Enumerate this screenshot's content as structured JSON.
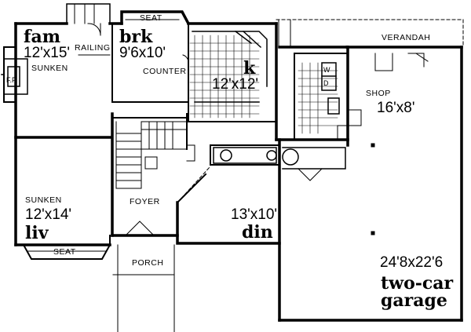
{
  "rooms": {
    "fam": {
      "name": "fam",
      "size": "12'x15'",
      "note": "SUNKEN"
    },
    "brk": {
      "name": "brk",
      "size": "9'6x10'"
    },
    "kitchen": {
      "name": "k",
      "size": "12'x12'"
    },
    "liv": {
      "name": "liv",
      "size": "12'x14'",
      "note": "SUNKEN"
    },
    "din": {
      "name": "din",
      "size": "13'x10'"
    },
    "shop": {
      "name": "SHOP",
      "size": "16'x8'"
    },
    "garage": {
      "size": "24'8x22'6",
      "name_line1": "two-car",
      "name_line2": "garage"
    }
  },
  "labels": {
    "seat_top": "SEAT",
    "seat_bottom": "SEAT",
    "railing": "RAILING",
    "counter": "COUNTER",
    "verandah": "VERANDAH",
    "foyer": "FOYER",
    "porch": "PORCH",
    "fireplace": "F.P.",
    "washer": "W",
    "dryer": "D"
  }
}
